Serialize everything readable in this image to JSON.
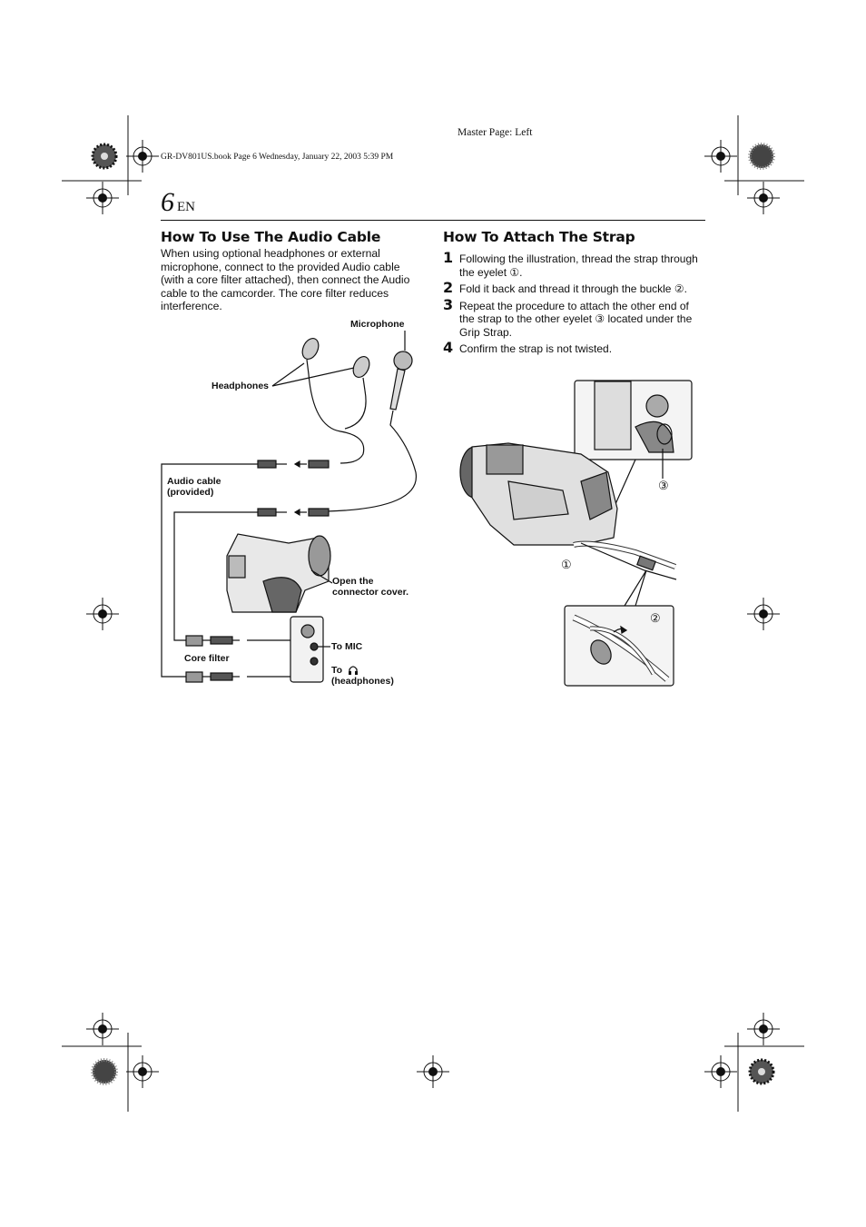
{
  "header": {
    "master_page": "Master Page: Left",
    "book_line": "GR-DV801US.book  Page 6  Wednesday, January 22, 2003  5:39 PM",
    "page_number": "6",
    "language": "EN"
  },
  "audio_section": {
    "title": "How To Use The Audio Cable",
    "intro": "When using optional headphones or external microphone, connect to the provided Audio cable (with a core filter attached), then connect the Audio cable to the camcorder. The core filter reduces interference.",
    "labels": {
      "microphone": "Microphone",
      "headphones": "Headphones",
      "audio_cable_1": "Audio cable",
      "audio_cable_2": "(provided)",
      "open_cover_1": "Open the",
      "open_cover_2": "connector cover.",
      "to_mic": "To MIC",
      "to_headphones_1": "To",
      "to_headphones_2": "(headphones)",
      "core_filter": "Core filter"
    }
  },
  "strap_section": {
    "title": "How To Attach The Strap",
    "steps": [
      {
        "number": "1",
        "text": "Following the illustration, thread the strap through the eyelet ①."
      },
      {
        "number": "2",
        "text": "Fold it back and thread it through the buckle ②."
      },
      {
        "number": "3",
        "text": "Repeat the procedure to attach the other end of the strap to the other eyelet ③ located under the Grip Strap."
      },
      {
        "number": "4",
        "text": "Confirm the strap is not twisted."
      }
    ],
    "callouts": {
      "c1": "①",
      "c2": "②",
      "c3": "③"
    }
  }
}
